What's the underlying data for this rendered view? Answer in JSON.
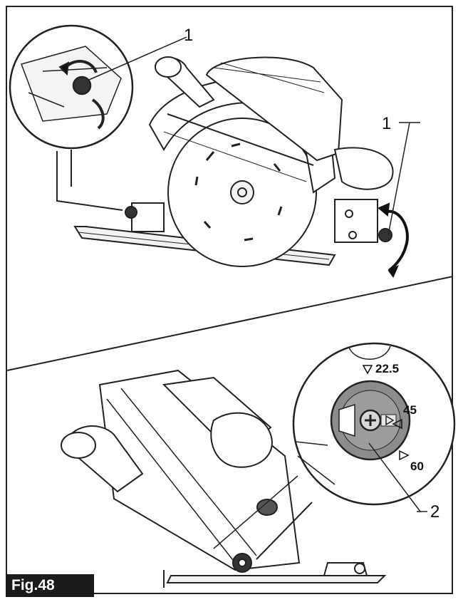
{
  "figure": {
    "label": "Fig.48",
    "callouts": [
      "1",
      "1",
      "2"
    ],
    "scale_marks": {
      "mark_1": "22.5",
      "mark_2": "45",
      "mark_3": "60"
    }
  },
  "icons": [
    "rotation-arrow-icon",
    "triangle-marker-icon"
  ]
}
